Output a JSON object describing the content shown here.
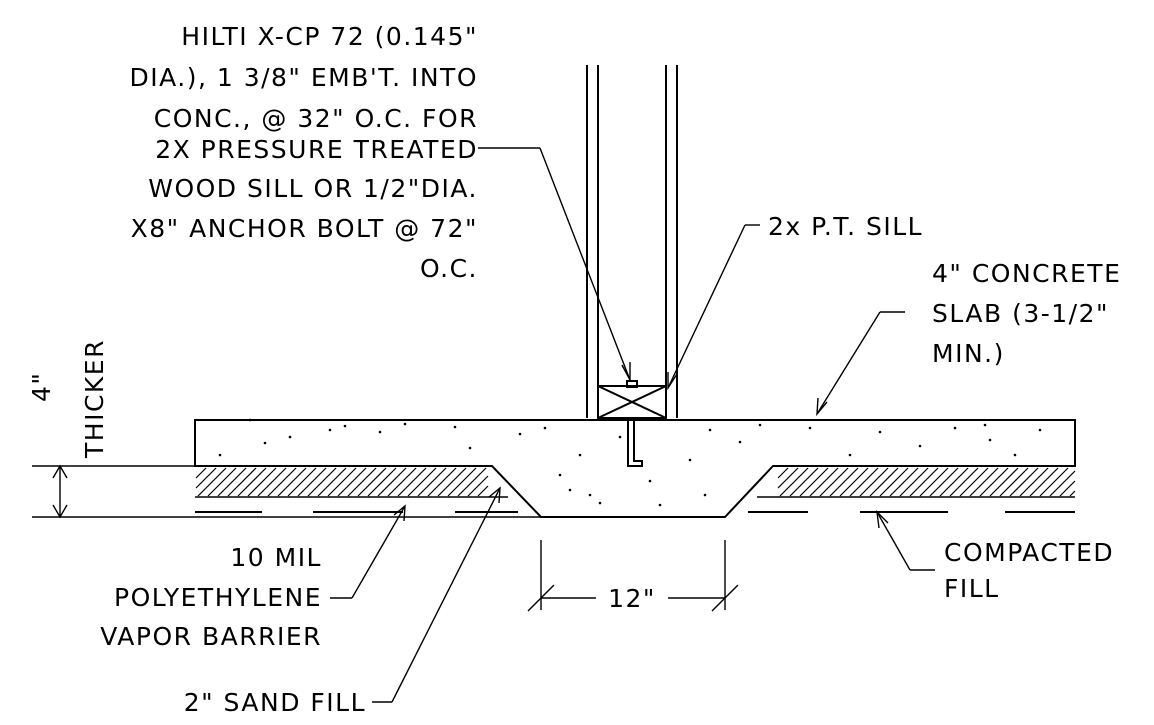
{
  "labels": {
    "hilti_note": [
      "HILTI X-CP 72 (0.145\"",
      "DIA.), 1 3/8\" EMB'T. INTO",
      "CONC., @ 32\" O.C. FOR",
      "2X PRESSURE TREATED",
      "WOOD SILL OR 1/2\"DIA.",
      "X8\" ANCHOR BOLT @ 72\"",
      "O.C."
    ],
    "sill": "2x P.T. SILL",
    "slab_note": [
      "4\" CONCRETE",
      "SLAB (3-1/2\"",
      "MIN.)"
    ],
    "thicker": "THICKER",
    "thicker_dim": "4\"",
    "vapor_barrier": [
      "10 MIL",
      "POLYETHYLENE",
      "VAPOR BARRIER"
    ],
    "compacted_fill": [
      "COMPACTED",
      "FILL"
    ],
    "width_dim": "12\"",
    "sand_fill": "2\" SAND FILL"
  }
}
